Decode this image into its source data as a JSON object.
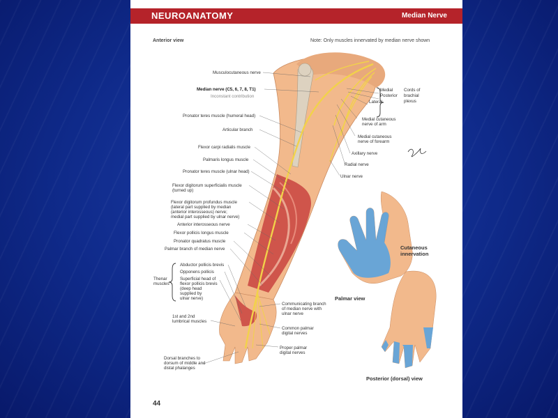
{
  "banner": {
    "section": "NEUROANATOMY",
    "topic": "Median Nerve"
  },
  "view_label": "Anterior view",
  "note": "Note: Only muscles innervated by median nerve shown",
  "arm_labels": {
    "musculocutaneous": "Musculocutaneous nerve",
    "median_nerve": "Median nerve (C5, 6, 7, 8, T1)",
    "inconstant": "Inconstant contribution",
    "pronator_humeral": "Pronator teres muscle (humeral head)",
    "articular": "Articular branch",
    "fcr": "Flexor carpi radialis muscle",
    "palmaris": "Palmaris longus muscle",
    "pronator_ulnar": "Pronator teres muscle (ulnar head)",
    "fds_1": "Flexor digitorum superficialis muscle",
    "fds_2": "(turned up)",
    "fdp_1": "Flexor digitorum profundus muscle",
    "fdp_2": "(lateral part supplied by median",
    "fdp_3": "(anterior interosseous) nerve;",
    "fdp_4": "medial part supplied by ulnar nerve)",
    "ant_interosseous": "Anterior interosseous nerve",
    "fpl": "Flexor pollicis longus muscle",
    "pronator_quad": "Pronator quadratus muscle",
    "palmar_branch": "Palmar branch of median nerve",
    "thenar": "Thenar",
    "muscles": "muscles",
    "abductor": "Abductor pollicis brevis",
    "opponens": "Opponens pollicis",
    "superficial_1": "Superficial head of",
    "superficial_2": "flexor pollicis brevis",
    "superficial_3": "(deep head",
    "superficial_4": "supplied by",
    "superficial_5": "ulnar nerve)",
    "lumbrical_1": "1st and 2nd",
    "lumbrical_2": "lumbrical muscles",
    "dorsal_1": "Dorsal branches to",
    "dorsal_2": "dorsum of middle and",
    "dorsal_3": "distal phalanges"
  },
  "right_labels": {
    "medial": "Medial",
    "posterior": "Posterior",
    "lateral": "Lateral",
    "cords_1": "Cords of",
    "cords_2": "brachial",
    "cords_3": "plexus",
    "med_cut_arm_1": "Medial cutaneous",
    "med_cut_arm_2": "nerve of arm",
    "med_cut_forearm_1": "Medial cutaneous",
    "med_cut_forearm_2": "nerve of forearm",
    "axillary": "Axillary nerve",
    "radial": "Radial nerve",
    "ulnar": "Ulnar nerve",
    "communicating_1": "Communicating branch",
    "communicating_2": "of median nerve with",
    "communicating_3": "ulnar nerve",
    "common_palmar_1": "Common palmar",
    "common_palmar_2": "digital nerves",
    "proper_palmar_1": "Proper palmar",
    "proper_palmar_2": "digital nerves"
  },
  "captions": {
    "cutaneous_1": "Cutaneous",
    "cutaneous_2": "innervation",
    "palmar_view": "Palmar view",
    "posterior_view": "Posterior (dorsal) view"
  },
  "page_number": "44",
  "colors": {
    "banner": "#b5232a",
    "nerve": "#f2d24a",
    "skin": "#f2b98c",
    "muscle": "#c9433f",
    "innervation": "#5aa3de"
  }
}
